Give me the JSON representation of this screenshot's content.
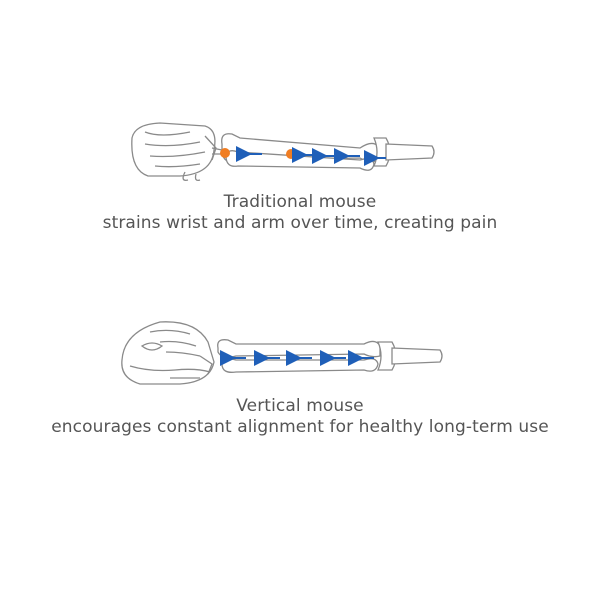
{
  "colors": {
    "bone_outline": "#8a8a8a",
    "arrow_blue": "#1f5fb8",
    "strain_orange": "#f07d22",
    "text": "#555555"
  },
  "traditional": {
    "title": "Traditional mouse",
    "description": "strains wrist and arm over time, creating pain",
    "icons": [
      "hand-on-flat-mouse-icon",
      "forearm-bones-icon",
      "strain-point-icon",
      "force-arrow-icon"
    ]
  },
  "vertical": {
    "title": "Vertical mouse",
    "description": "encourages constant alignment for healthy long-term use",
    "icons": [
      "hand-on-vertical-mouse-icon",
      "forearm-bones-icon",
      "force-arrow-icon"
    ]
  }
}
